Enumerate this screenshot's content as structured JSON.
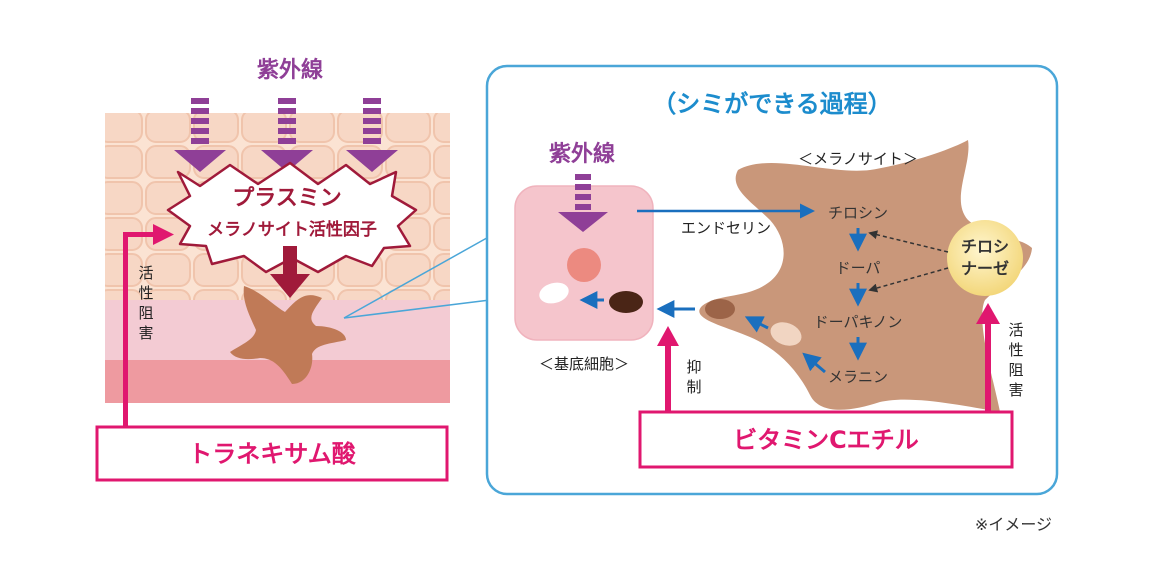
{
  "left": {
    "uv_label": "紫外線",
    "plasmin_title": "プラスミン",
    "plasmin_sub": "メラノサイト活性因子",
    "inhibit_vertical": [
      "活",
      "性",
      "阻",
      "害"
    ],
    "tranexamic_label": "トラネキサム酸"
  },
  "right": {
    "title": "（シミができる過程）",
    "uv_label": "紫外線",
    "melanocyte_label": "＜メラノサイト＞",
    "basal_cell_label": "＜基底細胞＞",
    "endothelin_label": "エンドセリン",
    "tyrosinase_line1": "チロシ",
    "tyrosinase_line2": "ナーゼ",
    "steps": [
      "チロシン",
      "ドーパ",
      "ドーパキノン",
      "メラニン"
    ],
    "suppress_vertical": [
      "抑",
      "制"
    ],
    "inhibit_vertical": [
      "活",
      "性",
      "阻",
      "害"
    ],
    "vitc_label": "ビタミンCエチル"
  },
  "note": "※イメージ",
  "colors": {
    "uv_arrow": "#8f3f97",
    "accent_magenta": "#e0176f",
    "process_blue": "#1a6fbe",
    "frame_blue": "#4aa6d8",
    "melanocyte": "#c9977a",
    "plasmin_red": "#a01a3a"
  }
}
